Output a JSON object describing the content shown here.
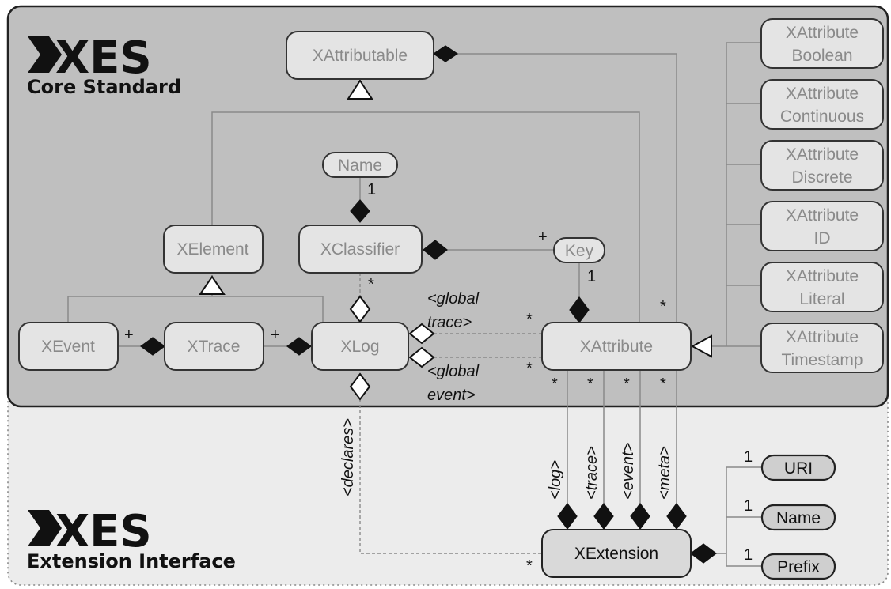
{
  "core_logo": {
    "title": "XES",
    "subtitle": "Core Standard"
  },
  "ext_logo": {
    "title": "XES",
    "subtitle": "Extension Interface"
  },
  "classes": {
    "xattributable": "XAttributable",
    "name_core": "Name",
    "xclassifier": "XClassifier",
    "key": "Key",
    "xelement": "XElement",
    "xevent": "XEvent",
    "xtrace": "XTrace",
    "xlog": "XLog",
    "xattribute": "XAttribute",
    "xextension": "XExtension",
    "uri": "URI",
    "name_ext": "Name",
    "prefix": "Prefix"
  },
  "attribute_types": [
    {
      "line1": "XAttribute",
      "line2": "Boolean"
    },
    {
      "line1": "XAttribute",
      "line2": "Continuous"
    },
    {
      "line1": "XAttribute",
      "line2": "Discrete"
    },
    {
      "line1": "XAttribute",
      "line2": "ID"
    },
    {
      "line1": "XAttribute",
      "line2": "Literal"
    },
    {
      "line1": "XAttribute",
      "line2": "Timestamp"
    }
  ],
  "multiplicities": {
    "one": "1",
    "many": "*",
    "plus": "+"
  },
  "roles": {
    "global_trace_1": "<global",
    "global_trace_2": "trace>",
    "global_event_1": "<global",
    "global_event_2": "event>",
    "declares": "<declares>",
    "log": "<log>",
    "trace": "<trace>",
    "event": "<event>",
    "meta": "<meta>"
  }
}
